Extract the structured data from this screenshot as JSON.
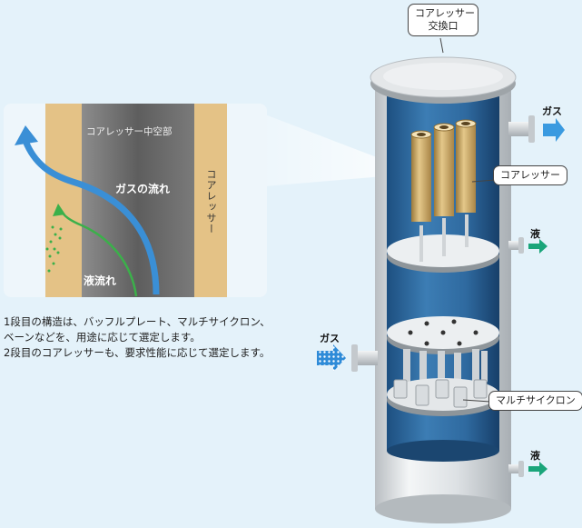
{
  "callouts": {
    "exchange_line1": "コアレッサー",
    "exchange_line2": "交換口",
    "coalescer": "コアレッサー",
    "multicyclone": "マルチサイクロン"
  },
  "flows": {
    "gas_out": "ガス",
    "liquid_mid": "液",
    "gas_in": "ガス",
    "liquid_bottom": "液"
  },
  "inset": {
    "hollow_label": "コアレッサー中空部",
    "gas_flow": "ガスの流れ",
    "liquid_flow": "液流れ",
    "coalescer_vertical": "コアレッサー"
  },
  "description": [
    "1段目の構造は、バッフルプレート、マルチサイクロン、",
    "ベーンなどを、用途に応じて選定します。",
    "2段目のコアレッサーも、要求性能に応じて選定します。"
  ],
  "colors": {
    "gas_arrow": "#3a8fd6",
    "liquid_arrow": "#1aa57a",
    "vessel_inner": "#2e6da3",
    "steel": "#d9dde0"
  }
}
